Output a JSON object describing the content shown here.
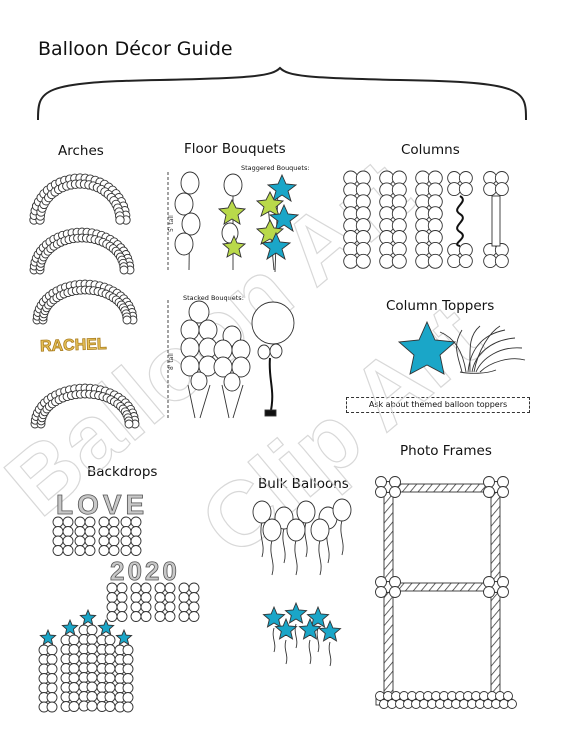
{
  "page": {
    "title": "Balloon Décor Guide"
  },
  "sections": {
    "arches": "Arches",
    "floor_bouquets": "Floor Bouquets",
    "staggered_label": "Staggered Bouquets:",
    "stacked_label": "Stacked Bouquets:",
    "height_label_1": "5' tall",
    "height_label_2": "8' tall",
    "columns": "Columns",
    "column_toppers": "Column Toppers",
    "toppers_note": "Ask about themed balloon toppers",
    "backdrops": "Backdrops",
    "bulk_balloons": "Bulk Balloons",
    "photo_frames": "Photo Frames"
  },
  "letter_balloons": {
    "arch_name": "RACHEL",
    "backdrop_word": "LOVE",
    "backdrop_year": "2020"
  },
  "watermark": {
    "text_1": "Balloon Art",
    "text_2": "Clip Art"
  },
  "colors": {
    "teal": "#1aa6c8",
    "lime": "#b9d94a",
    "gold": "#d9a93b",
    "silver": "#b8b8b8",
    "outline": "#333333"
  }
}
